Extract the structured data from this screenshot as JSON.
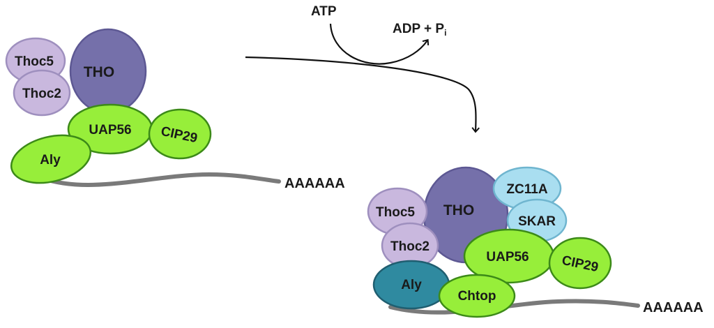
{
  "reaction": {
    "substrate": "ATP",
    "product_main": "ADP + P",
    "product_sub": "i"
  },
  "left_complex": {
    "tho": "THO",
    "thoc5": "Thoc5",
    "thoc2": "Thoc2",
    "uap56": "UAP56",
    "cip29": "CIP29",
    "aly": "Aly",
    "polya": "AAAAAA"
  },
  "right_complex": {
    "tho": "THO",
    "thoc5": "Thoc5",
    "thoc2": "Thoc2",
    "zc11a": "ZC11A",
    "skar": "SKAR",
    "uap56": "UAP56",
    "cip29": "CIP29",
    "aly": "Aly",
    "chtop": "Chtop",
    "polya": "AAAAAA"
  },
  "colors": {
    "tho": "#7570aa",
    "thoc": "#c9b8de",
    "green": "#97ee3a",
    "aly_dark": "#2f8aa0",
    "cyan": "#a9def0",
    "rna": "#7a7a7a",
    "arrow": "#111111"
  }
}
